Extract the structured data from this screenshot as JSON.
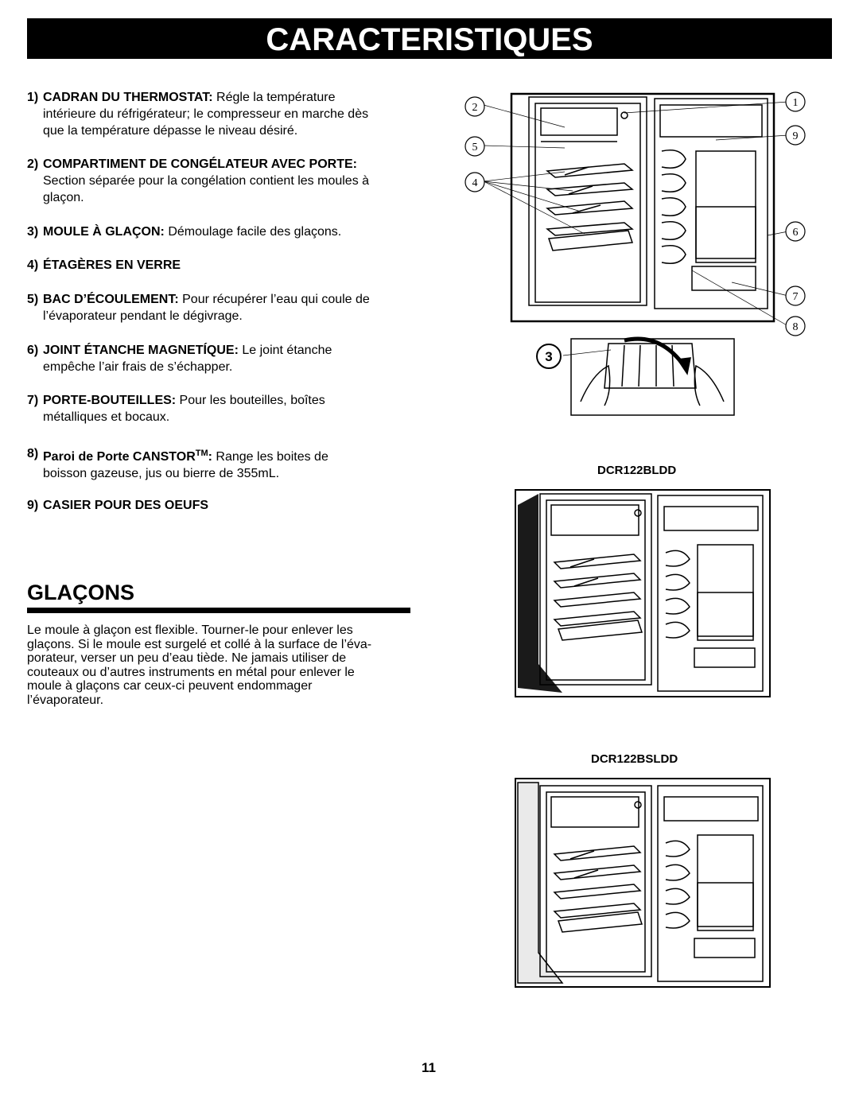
{
  "title": "CARACTERISTIQUES",
  "features": [
    {
      "num": "1)",
      "label": "CADRAN DU THERMOSTAT:",
      "text": " Régle la température",
      "lines": [
        "intérieure du réfrigérateur; le compresseur en marche dès",
        "que la température dépasse le niveau désiré."
      ]
    },
    {
      "num": "2)",
      "label": "COMPARTIMENT DE CONGÉLATEUR AVEC PORTE:",
      "text": "",
      "lines": [
        "Section séparée pour la congélation contient les moules à",
        "glaçon."
      ]
    },
    {
      "num": "3)",
      "label": "MOULE À GLAÇON:",
      "text": " Démoulage facile des glaçons.",
      "lines": []
    },
    {
      "num": "4)",
      "label": "ÉTAGÈRES EN VERRE",
      "text": "",
      "lines": []
    },
    {
      "num": "5)",
      "label": "BAC D’ÉCOULEMENT:",
      "text": " Pour récupérer l’eau qui coule de",
      "lines": [
        "l’évaporateur pendant le dégivrage."
      ]
    },
    {
      "num": "6)",
      "label": "JOINT ÉTANCHE MAGNETÍQUE:",
      "text": " Le joint étanche",
      "lines": [
        "empêche l’air frais de s’échapper."
      ]
    },
    {
      "num": "7)",
      "label": "PORTE-BOUTEILLES:",
      "text": " Pour les bouteilles, boîtes",
      "lines": [
        "métalliques et bocaux."
      ]
    },
    {
      "num": "8)",
      "label": "Paroi de Porte CANSTOR",
      "sup": "TM",
      "label_after": ":",
      "text": " Range les boites de",
      "lines": [
        "boisson gazeuse, jus ou bierre de 355mL."
      ]
    },
    {
      "num": "9)",
      "label": "CASIER POUR DES OEUFS",
      "text": "",
      "lines": []
    }
  ],
  "glacons": {
    "title": "GLAÇONS",
    "lines": [
      "Le moule à glaçon est flexible. Tourner-le pour enlever les",
      "glaçons. Si le moule est surgelé et collé à la surface de l’éva-",
      "porateur, verser un peu d’eau tiède. Ne jamais utiliser de",
      "couteaux ou d’autres instruments en métal pour enlever le",
      "moule à glaçons car ceux-ci peuvent endommager",
      "l’évaporateur."
    ]
  },
  "diagram_labels": {
    "c1": "1",
    "c2": "2",
    "c3": "3",
    "c4": "4",
    "c5": "5",
    "c6": "6",
    "c7": "7",
    "c8": "8",
    "c9": "9"
  },
  "models": [
    "DCR122BLDD",
    "DCR122BSLDD"
  ],
  "page_number": "11"
}
